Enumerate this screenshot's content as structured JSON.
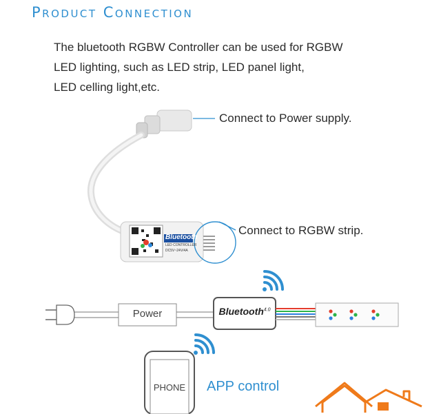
{
  "header": {
    "title": "Product Connection"
  },
  "description": {
    "lines": [
      "The bluetooth RGBW Controller can be used for RGBW",
      "LED lighting, such as LED strip, LED panel light,",
      "LED celling light,etc."
    ]
  },
  "callouts": {
    "power": "Connect to Power supply.",
    "strip": "Connect to RGBW strip."
  },
  "device": {
    "brand": "Bluetooth",
    "subtitle": "LED CONTROLLER",
    "spec": "DC5V~24V/4A"
  },
  "diagram": {
    "power_label": "Power",
    "controller_label": "Bluetooth",
    "controller_version": "4.0",
    "phone_label": "PHONE",
    "app_label": "APP control"
  },
  "colors": {
    "accent": "#2f8fd0",
    "logo_orange": "#ef7a1a"
  },
  "icons": [
    "wifi-icon",
    "plug-icon",
    "house-logo-icon"
  ]
}
